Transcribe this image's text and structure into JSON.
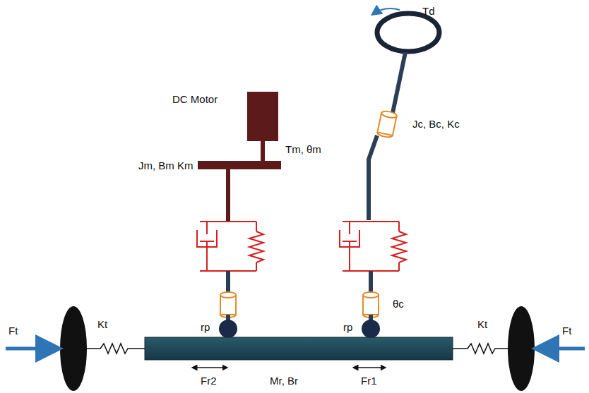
{
  "diagram": {
    "labels": [
      "Td",
      "Jc, Bc, Kc",
      "DC Motor",
      "Tm, θm",
      "Jm, Bm Km",
      "θc",
      "rp",
      "rp",
      "Ft",
      "Kt",
      "Kt",
      "Ft",
      "Fr2",
      "Mr, Br",
      "Fr1"
    ]
  }
}
